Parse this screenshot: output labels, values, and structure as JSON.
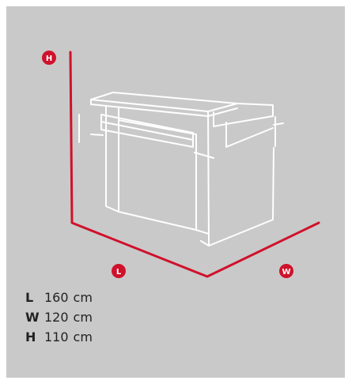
{
  "colors": {
    "panel_bg": "#c9c9c9",
    "accent_red": "#d0112b",
    "outline": "#ffffff",
    "text": "#222222"
  },
  "axes": {
    "height_badge": "H",
    "length_badge": "L",
    "width_badge": "W"
  },
  "dimensions": [
    {
      "key": "L",
      "value": "160",
      "unit": "cm"
    },
    {
      "key": "W",
      "value": "120",
      "unit": "cm"
    },
    {
      "key": "H",
      "value": "110",
      "unit": "cm"
    }
  ]
}
